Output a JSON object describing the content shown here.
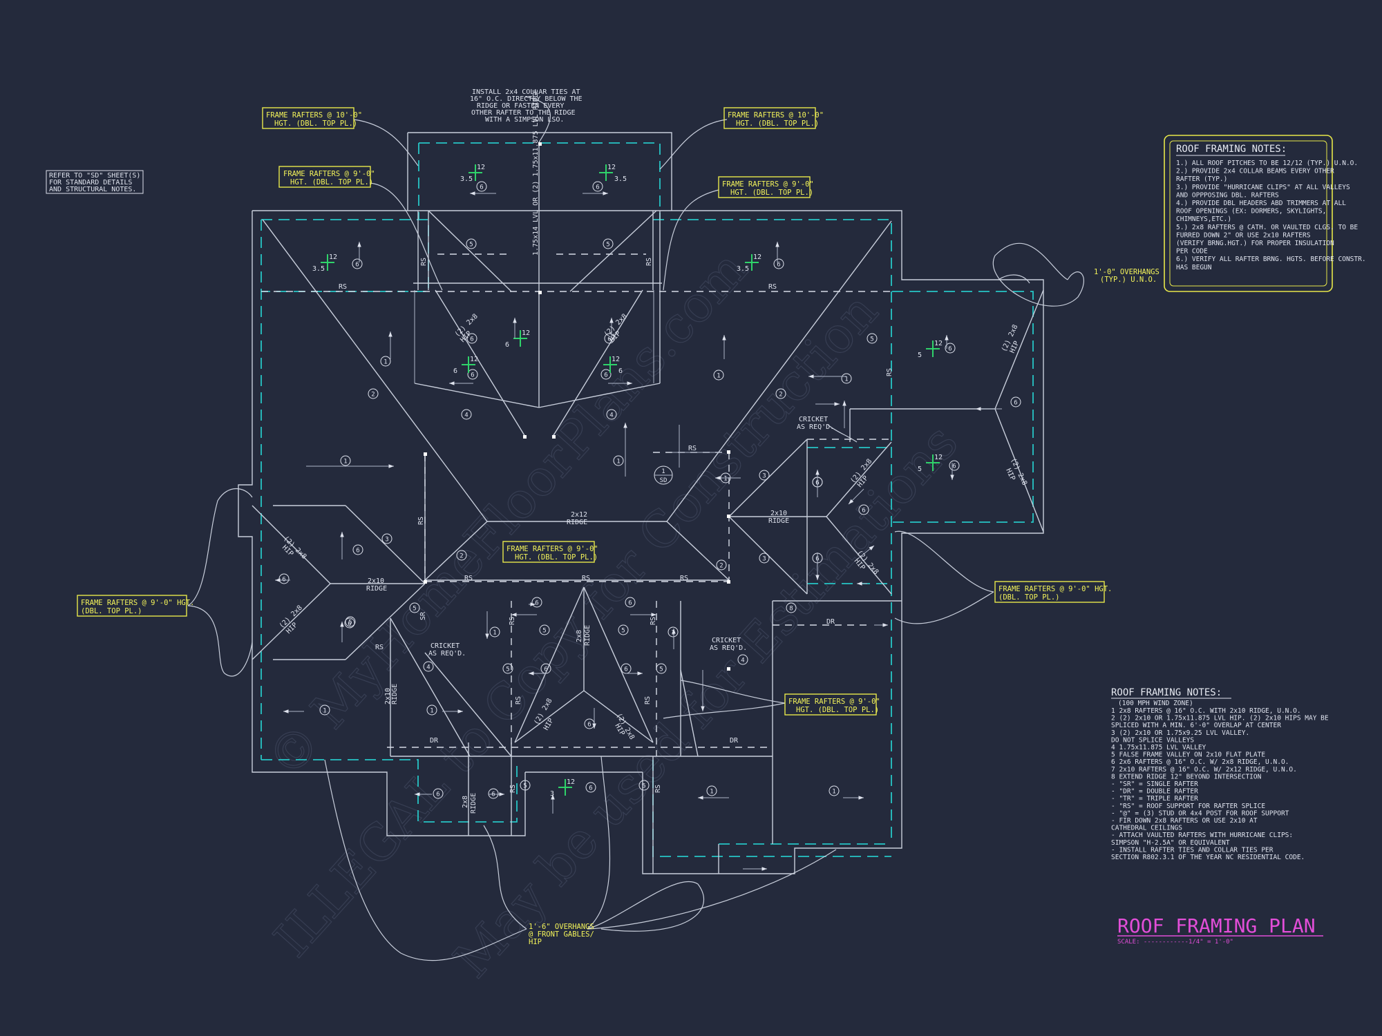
{
  "header_note": [
    "REFER TO \"SD\" SHEET(S)",
    "FOR STANDARD DETAILS",
    "AND STRUCTURAL NOTES."
  ],
  "collar_note": [
    "INSTALL 2x4 COLLAR TIES AT",
    "16\" O.C. DIRECTLY BELOW THE",
    "RIDGE OR FASTEN EVERY",
    "OTHER RAFTER TO THE RIDGE",
    "WITH A SIMPSON LSO."
  ],
  "callouts": {
    "frame_10_left": [
      "FRAME RAFTERS @ 10'-0\"",
      "HGT. (DBL. TOP PL.)"
    ],
    "frame_10_right": [
      "FRAME RAFTERS @ 10'-0\"",
      "HGT. (DBL. TOP PL.)"
    ],
    "frame_9_left_top": [
      "FRAME RAFTERS @ 9'-0\"",
      "HGT. (DBL. TOP PL.)"
    ],
    "frame_9_right_top": [
      "FRAME RAFTERS @ 9'-0\"",
      "HGT. (DBL. TOP PL.)"
    ],
    "frame_9_center": [
      "FRAME RAFTERS @ 9'-0\"",
      "HGT. (DBL. TOP PL.)"
    ],
    "frame_9_west": [
      "FRAME RAFTERS @ 9'-0\" HGT.",
      "(DBL. TOP PL.)"
    ],
    "frame_9_east": [
      "FRAME RAFTERS @ 9'-0\" HGT.",
      "(DBL. TOP PL.)"
    ],
    "frame_9_south": [
      "FRAME RAFTERS @ 9'-0\"",
      "HGT. (DBL. TOP PL.)"
    ],
    "overhang_typ": [
      "1'-0\" OVERHANGS",
      "(TYP.) U.N.O."
    ],
    "overhang_gable": [
      "1'-6\" OVERHANGS",
      "@ FRONT GABLES/",
      "HIP"
    ]
  },
  "plan_labels": {
    "rs": "RS",
    "dr": "DR",
    "sr": "SR",
    "ridge_main": [
      "2x12",
      "RIDGE"
    ],
    "ridge_2x10": [
      "2x10",
      "RIDGE"
    ],
    "ridge_2x8": [
      "2x8",
      "RIDGE"
    ],
    "hip_2x8": [
      "(2) 2x8",
      "HIP"
    ],
    "lvl_ridge": "1.75x14 LVL OR (2) 1.75x11.875 LVL RIDGE",
    "cricket": [
      "CRICKET",
      "AS REQ'D."
    ],
    "sd_tag": "SD",
    "pitch_12": "12",
    "pitch_6": "6",
    "pitch_35": "3.5",
    "pitch_5": "5",
    "pitch_3": "3"
  },
  "roof_notes_top": {
    "title": "ROOF FRAMING NOTES:",
    "items": [
      "1.) ALL ROOF PITCHES TO BE 12/12 (TYP.) U.N.O.",
      "2.) PROVIDE 2x4 COLLAR BEAMS EVERY OTHER",
      "    RAFTER (TYP.)",
      "3.) PROVIDE \"HURRICANE CLIPS\" AT ALL VALLEYS",
      "    AND OPPPOSING DBL. RAFTERS",
      "4.) PROVIDE DBL HEADERS ABD TRIMMERS AT ALL",
      "    ROOF OPENINGS (EX: DORMERS, SKYLIGHTS,",
      "    CHIMNEYS,ETC.)",
      "5.) 2x8 RAFTERS @ CATH. OR VAULTED CLGS. TO BE",
      "    FURRED DOWN 2\" OR USE 2x10 RAFTERS",
      "    (VERIFY BRNG.HGT.) FOR PROPER INSULATION",
      "    PER CODE",
      "6.) VERIFY ALL RAFTER BRNG. HGTS. BEFORE CONSTR.",
      "    HAS BEGUN"
    ]
  },
  "roof_notes_bottom": {
    "title": "ROOF FRAMING NOTES:",
    "subtitle": "(100 MPH WIND ZONE)",
    "items": [
      "1  2x8 RAFTERS @ 16\" O.C. WITH 2x10 RIDGE, U.N.O.",
      "2  (2) 2x10 OR 1.75x11.875 LVL HIP. (2) 2x10 HIPS MAY BE",
      "   SPLICED WITH A MIN. 6'-0\" OVERLAP AT CENTER",
      "3  (2) 2x10 OR 1.75x9.25 LVL VALLEY.",
      "   DO NOT SPLICE VALLEYS",
      "4  1.75x11.875 LVL VALLEY",
      "5  FALSE FRAME VALLEY ON 2x10 FLAT PLATE",
      "6  2x6 RAFTERS @ 16\" O.C. W/ 2x8 RIDGE, U.N.O.",
      "7  2x10 RAFTERS @ 16\" O.C. W/ 2x12 RIDGE, U.N.O.",
      "8  EXTEND RIDGE 12\" BEYOND INTERSECTION",
      "-  \"SR\" = SINGLE RAFTER",
      "-  \"DR\" = DOUBLE RAFTER",
      "-  \"TR\" = TRIPLE RAFTER",
      "-  \"RS\" = ROOF SUPPORT FOR RAFTER SPLICE",
      "-  \"@\" = (3) STUD OR 4x4 POST FOR ROOF SUPPORT",
      "-  FIR DOWN 2x8 RAFTERS OR USE 2x10 AT",
      "   CATHEDRAL CEILINGS",
      "-  ATTACH VAULTED RAFTERS WITH HURRICANE CLIPS:",
      "   SIMPSON \"H-2.5A\" OR EQUIVALENT",
      "-  INSTALL RAFTER TIES AND COLLAR TIES PER",
      "   SECTION R802.3.1 OF THE YEAR NC RESIDENTIAL CODE."
    ]
  },
  "title_block": {
    "title": "ROOF FRAMING PLAN",
    "scale": "SCALE: ------------1/4\" = 1'-0\""
  },
  "watermarks": [
    "© MyHomeFloorPlans.com",
    "ILLEGAL to Copy for Construction",
    "May be used for Estimations"
  ],
  "colors": {
    "background": "#242a3c",
    "lines": "#c9cfdc",
    "wall_dashed": "#26c6c6",
    "callout": "#f3f35a",
    "title": "#e24ed8",
    "pitch_symbol": "#2fd36a"
  }
}
